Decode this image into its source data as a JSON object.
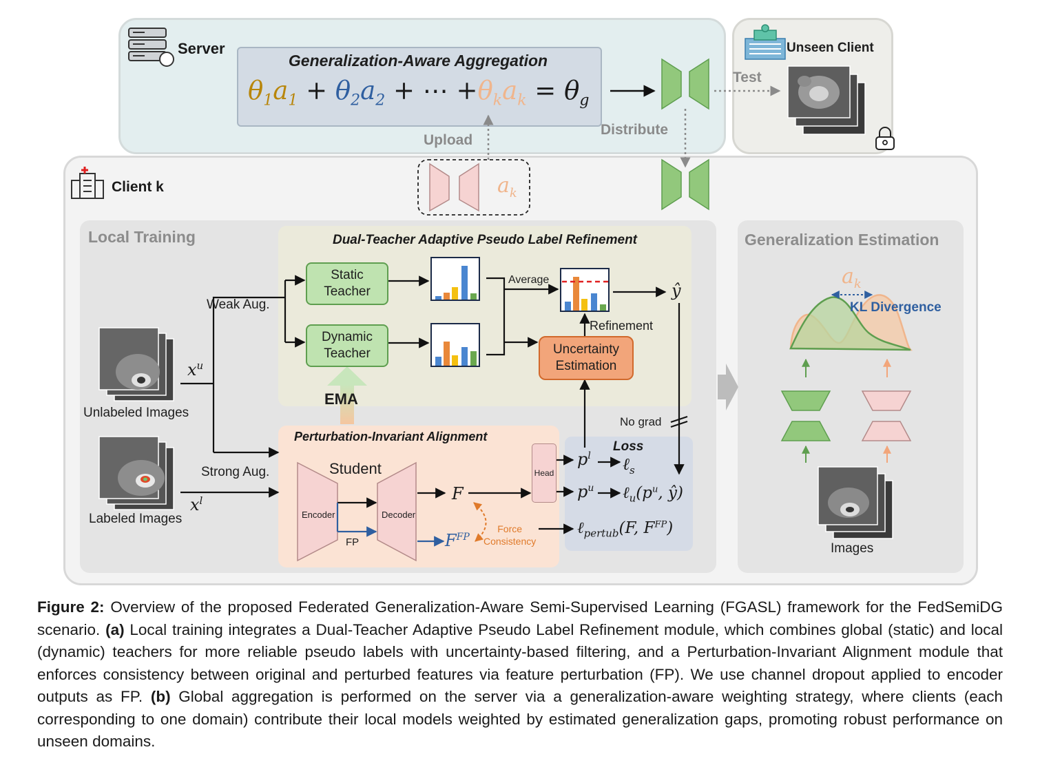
{
  "server": {
    "title": "Server",
    "aggregation_title": "Generalization-Aware Aggregation",
    "formula": {
      "t1": "θ",
      "s1": "1",
      "a1": "a",
      "as1": "1",
      "plus1": " + ",
      "t2": "θ",
      "s2": "2",
      "a2": "a",
      "as2": "2",
      "plus2": " + ⋯ +",
      "tk": "θ",
      "sk": "k",
      "ak": "a",
      "ask": "k",
      "eq": " = ",
      "tg": "θ",
      "sg": "g"
    },
    "upload_label": "Upload",
    "distribute_label": "Distribute",
    "test_label": "Test"
  },
  "unseen_client": {
    "title": "Unseen Client"
  },
  "client": {
    "title": "Client k",
    "upload_weight": {
      "symbol": "a",
      "sub": "k"
    }
  },
  "local_training": {
    "title": "Local Training",
    "unlabeled_label": "Unlabeled Images",
    "labeled_label": "Labeled Images",
    "xu": {
      "base": "x",
      "sup": "u"
    },
    "xl": {
      "base": "x",
      "sup": "l"
    },
    "weak_aug": "Weak Aug.",
    "strong_aug": "Strong Aug.",
    "ema": "EMA"
  },
  "dual_teacher": {
    "title": "Dual-Teacher Adaptive Pseudo Label Refinement",
    "static_teacher": [
      "Static",
      "Teacher"
    ],
    "dynamic_teacher": [
      "Dynamic",
      "Teacher"
    ],
    "average": "Average",
    "refinement": "Refinement",
    "uncertainty": [
      "Uncertainty",
      "Estimation"
    ],
    "yhat": "ŷ"
  },
  "perturbation": {
    "title": "Perturbation-Invariant Alignment",
    "student": "Student",
    "encoder": "Encoder",
    "decoder": "Decoder",
    "fp": "FP",
    "F": "F",
    "Ffp": {
      "base": "F",
      "sup": "FP"
    },
    "force": [
      "Force",
      "Consistency"
    ],
    "head": "Head",
    "no_grad": "No grad"
  },
  "loss": {
    "title": "Loss",
    "pl": {
      "base": "p",
      "sup": "l"
    },
    "ls": {
      "base": "ℓ",
      "sub": "s"
    },
    "pu": {
      "base": "p",
      "sup": "u"
    },
    "lu": {
      "base": "ℓ",
      "sub": "u",
      "args": "(p",
      "argsup": "u",
      "args2": ", ŷ)"
    },
    "lp": {
      "base": "ℓ",
      "sub": "pertub",
      "args": "(F, F",
      "argsup": "FP",
      "args2": ")"
    }
  },
  "generalization": {
    "title": "Generalization Estimation",
    "ak": {
      "symbol": "a",
      "sub": "k"
    },
    "kl": "KL Divergence",
    "images": "Images"
  },
  "caption": {
    "fig": "Figure 2:",
    "intro": " Overview of the proposed Federated Generalization-Aware Semi-Supervised Learning (FGASL) framework for the FedSemiDG scenario. ",
    "a_tag": "(a)",
    "a_text": " Local training integrates a Dual-Teacher Adaptive Pseudo Label Refinement module, which combines global (static) and local (dynamic) teachers for more reliable pseudo labels with uncertainty-based filtering, and a Perturbation-Invariant Alignment module that enforces consistency between original and perturbed features via feature perturbation (FP). We use channel dropout applied to encoder outputs as FP. ",
    "b_tag": "(b)",
    "b_text": " Global aggregation is performed on the server via a generalization-aware weighting strategy, where clients (each corresponding to one domain) contribute their local models weighted by estimated generalization gaps, promoting robust performance on unseen domains."
  },
  "colors": {
    "theta1": "#b8860b",
    "theta2": "#2f5fa0",
    "thetak": "#f0b58c",
    "green_model": "#92c87c",
    "pink_model": "#f6d3d2",
    "bar_blue": "#4a86d0",
    "bar_orange": "#e9883a",
    "bar_yellow": "#f4c010",
    "bar_green": "#6aa84f",
    "dashed_red": "#e02020"
  },
  "icons": [
    "server-icon",
    "hospital-icon",
    "clinic-icon",
    "lock-icon"
  ]
}
